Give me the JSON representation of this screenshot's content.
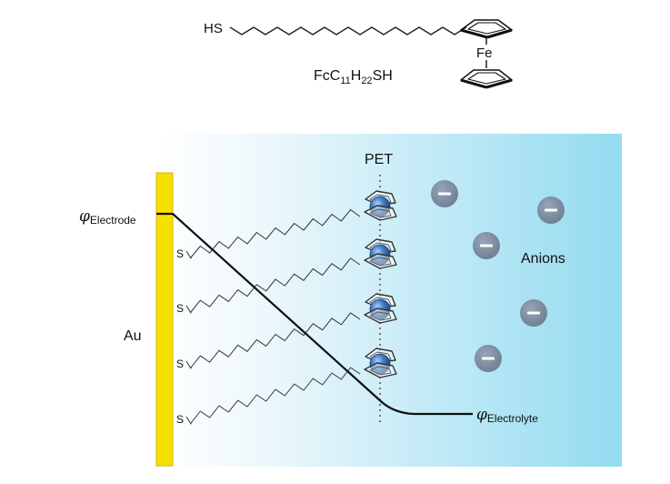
{
  "molecule": {
    "thiol_label": "HS",
    "iron_label": "Fe",
    "formula": {
      "p1": "FcC",
      "s1": "11",
      "p2": "H",
      "s2": "22",
      "p3": "SH"
    }
  },
  "diagram": {
    "electrode_label": "Au",
    "sulfur_label": "S",
    "pet_label": "PET",
    "anions_label": "Anions",
    "anion_symbol": "−",
    "phi_symbol": "φ",
    "phi_electrode_sub": "Electrode",
    "phi_electrolyte_sub": "Electrolyte"
  },
  "colors": {
    "gold": "#f7df00",
    "electrolyte_light": "#f4fbfe",
    "electrolyte_dark": "#93dbf0",
    "anion": "#7e8ea2",
    "iron_sphere": "#3f7cc3"
  }
}
